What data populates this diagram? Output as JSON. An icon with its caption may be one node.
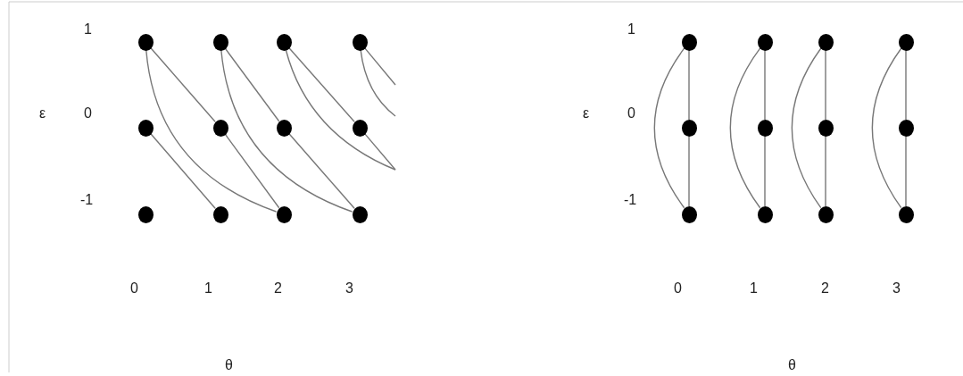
{
  "diagram": {
    "nodes": [
      {
        "text": [],
        "shape": "circle"
      },
      {
        "text": [],
        "shape": "circle"
      },
      {
        "text": [],
        "shape": "circle"
      },
      {
        "text": [],
        "shape": "circle"
      },
      {
        "text": [],
        "shape": "circle"
      },
      {
        "text": [],
        "shape": "circle"
      },
      {
        "text": [],
        "shape": "circle"
      },
      {
        "text": [],
        "shape": "circle"
      },
      {
        "text": [],
        "shape": "circle"
      },
      {
        "text": [],
        "shape": "circle"
      },
      {
        "text": [],
        "shape": "circle"
      },
      {
        "text": [],
        "shape": "circle"
      },
      {
        "text": [],
        "shape": "circle"
      },
      {
        "text": [],
        "shape": "circle"
      },
      {
        "text": [],
        "shape": "circle"
      },
      {
        "text": [],
        "shape": "circle"
      },
      {
        "text": [],
        "shape": "circle"
      },
      {
        "text": [],
        "shape": "circle"
      },
      {
        "text": [],
        "shape": "circle"
      },
      {
        "text": [],
        "shape": "circle"
      },
      {
        "text": [],
        "shape": "circle"
      },
      {
        "text": [],
        "shape": "circle"
      },
      {
        "text": [],
        "shape": "circle"
      },
      {
        "text": [],
        "shape": "circle"
      }
    ],
    "edges": [
      {
        "from": 0,
        "to": 5,
        "arrow": "none"
      },
      {
        "from": 0,
        "to": 10,
        "arrow": "none"
      },
      {
        "from": 4,
        "to": 9,
        "arrow": "none"
      },
      {
        "from": 1,
        "to": 6,
        "arrow": "none"
      },
      {
        "from": 1,
        "to": 11,
        "arrow": "none"
      },
      {
        "from": 5,
        "to": 10,
        "arrow": "none"
      },
      {
        "from": 2,
        "to": 7,
        "arrow": "none"
      },
      {
        "from": 2,
        "to": null,
        "arrow": "none"
      },
      {
        "from": 6,
        "to": 11,
        "arrow": "none"
      },
      {
        "from": 3,
        "to": null,
        "arrow": "none"
      },
      {
        "from": 3,
        "to": null,
        "arrow": "none"
      },
      {
        "from": 7,
        "to": null,
        "arrow": "none"
      },
      {
        "from": 12,
        "to": 16,
        "arrow": "none"
      },
      {
        "from": 16,
        "to": 20,
        "arrow": "none"
      },
      {
        "from": 12,
        "to": 20,
        "arrow": "none"
      },
      {
        "from": 13,
        "to": 17,
        "arrow": "none"
      },
      {
        "from": 17,
        "to": 21,
        "arrow": "none"
      },
      {
        "from": 13,
        "to": 21,
        "arrow": "none"
      },
      {
        "from": 14,
        "to": 18,
        "arrow": "none"
      },
      {
        "from": 18,
        "to": 22,
        "arrow": "none"
      },
      {
        "from": 14,
        "to": 22,
        "arrow": "none"
      },
      {
        "from": 15,
        "to": 19,
        "arrow": "none"
      },
      {
        "from": 19,
        "to": 23,
        "arrow": "none"
      },
      {
        "from": 15,
        "to": 23,
        "arrow": "none"
      }
    ],
    "labels": [
      "1",
      "ε",
      "0",
      "-1",
      "0",
      "1",
      "2",
      "3",
      "θ",
      "1",
      "ε",
      "0",
      "-1",
      "0",
      "1",
      "2",
      "3",
      "θ"
    ]
  }
}
